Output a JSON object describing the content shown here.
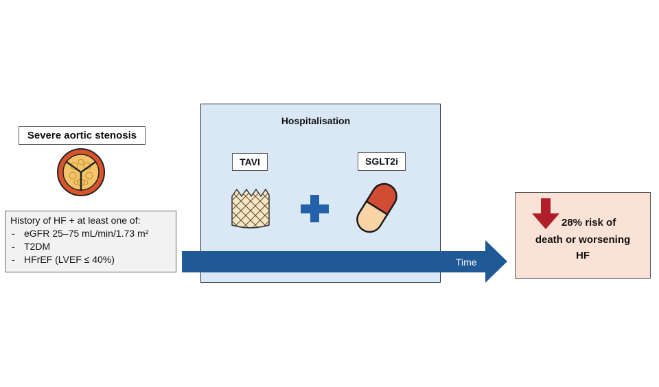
{
  "condition": {
    "label": "Severe aortic stenosis"
  },
  "criteria": {
    "heading": "History of HF + at least one of:",
    "bullet": "-",
    "items": [
      "eGFR 25–75 mL/min/1.73 m²",
      "T2DM",
      "HFrEF (LVEF ≤ 40%)"
    ]
  },
  "hospitalisation": {
    "title": "Hospitalisation",
    "procedure_label": "TAVI",
    "drug_label": "SGLT2i"
  },
  "timeline": {
    "label": "Time"
  },
  "result": {
    "line1": "28% risk of",
    "line2": "death or worsening",
    "line3": "HF"
  },
  "colors": {
    "arrow": "#1f5a96",
    "plus": "#2461a8",
    "down_arrow": "#b01e2a",
    "valve_ring": "#d9542b",
    "valve_leaflet": "#f3c56b",
    "pill_top": "#d24b33",
    "pill_bottom": "#f8d4a6",
    "hospital_bg": "#dae8f5",
    "result_bg": "#fbe2d6"
  }
}
